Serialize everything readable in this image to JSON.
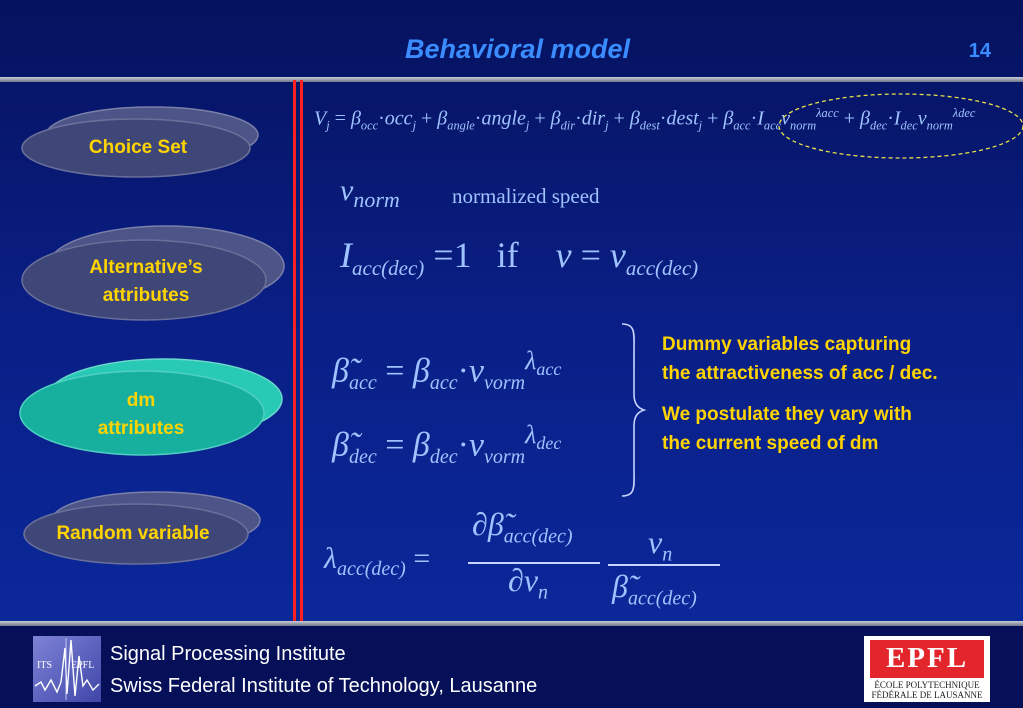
{
  "slide": {
    "title": "Behavioral model",
    "page_number": "14"
  },
  "nav": {
    "items": [
      {
        "label": "Choice Set",
        "active": false
      },
      {
        "label_line1": "Alternative’s",
        "label_line2": "attributes",
        "active": false
      },
      {
        "label_line1": "dm",
        "label_line2": "attributes",
        "active": true
      },
      {
        "label": "Random variable",
        "active": false
      }
    ]
  },
  "equations": {
    "utility": {
      "v": "V",
      "j": "j",
      "eq": "=",
      "b_occ": "β",
      "occ_sub": "occ",
      "occ": "occ",
      "b_angle": "β",
      "angle_sub": "angle",
      "angle": "angle",
      "b_dir": "β",
      "dir_sub": "dir",
      "dir": "dir",
      "b_dest": "β",
      "dest_sub": "dest",
      "dest": "dest",
      "b_acc": "β",
      "acc_sub": "acc",
      "I_acc": "I",
      "I_acc_sub": "acc",
      "v_norm1": "v",
      "norm_sub1": "norm",
      "lambda_acc": "λ",
      "lambda_acc_sub": "acc",
      "b_dec": "β",
      "dec_sub": "dec",
      "I_dec": "I",
      "I_dec_sub": "dec",
      "v_norm2": "v",
      "norm_sub2": "norm",
      "lambda_dec": "λ",
      "lambda_dec_sub": "dec",
      "plus": "+",
      "dot": "·"
    },
    "vnorm_def": {
      "symbol": "v",
      "sub": "norm",
      "text": "normalized speed"
    },
    "indicator": {
      "I": "I",
      "sub": "acc(dec)",
      "eq": "=",
      "one": "1",
      "if": "if",
      "v": "v",
      "eq2": "=",
      "v2": "v",
      "sub2": "acc(dec)"
    },
    "beta_acc": {
      "beta": "β̃",
      "sub": "acc",
      "eq": "=",
      "beta2": "β",
      "sub2": "acc",
      "dot": "·",
      "v": "v",
      "vsub": "vorm",
      "lambda": "λ",
      "lsub": "acc"
    },
    "beta_dec": {
      "beta": "β̃",
      "sub": "dec",
      "eq": "=",
      "beta2": "β",
      "sub2": "dec",
      "dot": "·",
      "v": "v",
      "vsub": "vorm",
      "lambda": "λ",
      "lsub": "dec"
    },
    "elasticity": {
      "lambda": "λ",
      "lsub": "acc(dec)",
      "eq": "=",
      "num1": "∂β̃",
      "num1_sub": "acc(dec)",
      "den1": "∂v",
      "den1_sub": "n",
      "num2": "v",
      "num2_sub": "n",
      "den2": "β̃",
      "den2_sub": "acc(dec)"
    }
  },
  "descriptions": {
    "dummy_line1": "Dummy variables capturing",
    "dummy_line2": "the attractiveness of acc / dec.",
    "postulate_line1": "We postulate they vary with",
    "postulate_line2": "the current speed of dm"
  },
  "footer": {
    "line1": "Signal Processing Institute",
    "line2": "Swiss Federal Institute of Technology, Lausanne",
    "its_logo_left": "ITS",
    "its_logo_right": "EPFL",
    "epfl_logo_word": "EPFL",
    "epfl_logo_line1": "ÉCOLE  POLYTECHNIQUE",
    "epfl_logo_line2": "FÉDÉRALE DE LAUSANNE"
  },
  "colors": {
    "title": "#3a8cff",
    "label": "#ffd400",
    "math": "#9fc3ff",
    "nav_disc": "#3f4778",
    "nav_disc_active": "#1fbfae",
    "separator": "#ff2020"
  }
}
